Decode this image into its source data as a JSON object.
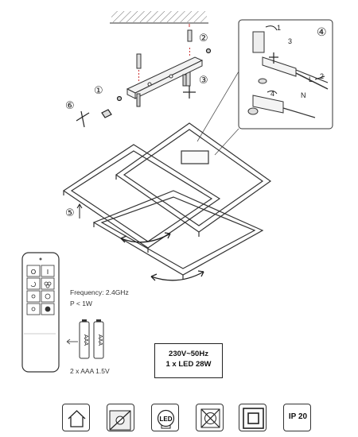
{
  "callouts": {
    "step1": "①",
    "step2": "②",
    "step3": "③",
    "step4": "④",
    "step5": "⑤",
    "step6": "⑥"
  },
  "detail": {
    "sub_step1": "1",
    "sub_step2": "2",
    "sub_step3": "3",
    "sub_step4": "4",
    "terminal_l": "L",
    "terminal_n": "N"
  },
  "remote": {
    "frequency": "Frequency: 2.4GHz",
    "power": "P < 1W",
    "battery": "2 x AAA 1.5V",
    "battery_label_1": "AAA",
    "battery_label_2": "AAA",
    "button_off": "O",
    "button_on": "I"
  },
  "specs": {
    "voltage": "230V~50Hz",
    "led": "1 x LED 28W"
  },
  "icons": [
    {
      "name": "indoor-use-icon"
    },
    {
      "name": "no-covering-icon"
    },
    {
      "name": "led-icon",
      "label": "LED"
    },
    {
      "name": "no-dimmer-icon"
    },
    {
      "name": "class-ii-icon"
    },
    {
      "name": "ip-rating-icon",
      "label": "IP 20"
    }
  ]
}
